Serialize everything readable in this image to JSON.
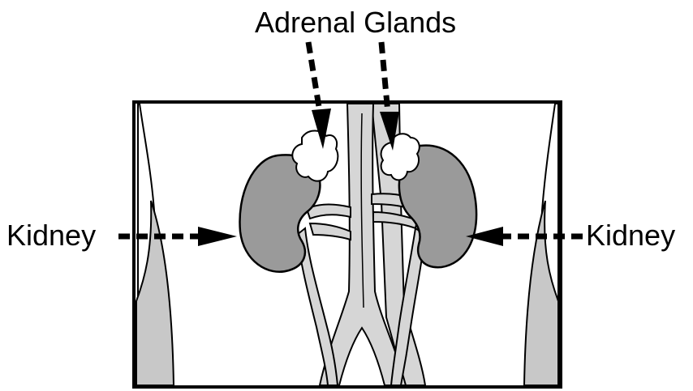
{
  "labels": {
    "adrenal_glands": "Adrenal Glands",
    "kidney_left": "Kidney",
    "kidney_right": "Kidney"
  },
  "colors": {
    "kidney_fill": "#9a9a9a",
    "vessel_fill": "#d6d6d6",
    "tissue_fill": "#c8c8c8",
    "gland_fill": "#ffffff",
    "outline": "#000000"
  }
}
